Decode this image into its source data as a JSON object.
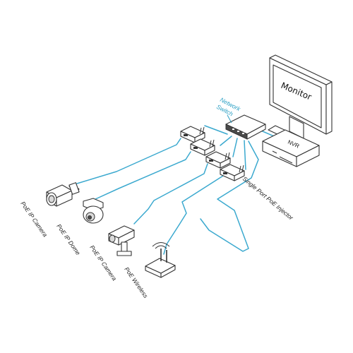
{
  "colors": {
    "cable": "#3ba9cf",
    "label_blue": "#2a9fc4",
    "outline": "#333333",
    "background": "#ffffff"
  },
  "devices": {
    "monitor": {
      "label": "Monitor",
      "icon": "monitor-icon"
    },
    "nvr": {
      "label": "NVR",
      "icon": "nvr-icon"
    },
    "network_switch": {
      "label_line1": "Network",
      "label_line2": "Switch",
      "icon": "switch-icon"
    },
    "injector": {
      "label": "Single Port PoE Injector",
      "icon": "poe-injector-icon"
    },
    "poe_ip_camera": {
      "label": "PoE IP Camera",
      "icon": "bullet-camera-icon"
    },
    "poe_ip_dome": {
      "label": "PoE IP Dome",
      "icon": "dome-camera-icon"
    },
    "poe_ip_camera_2": {
      "label": "PoE IP Camera",
      "icon": "box-camera-icon"
    },
    "poe_wireless": {
      "label": "PoE Wireless",
      "icon": "wireless-router-icon"
    }
  }
}
